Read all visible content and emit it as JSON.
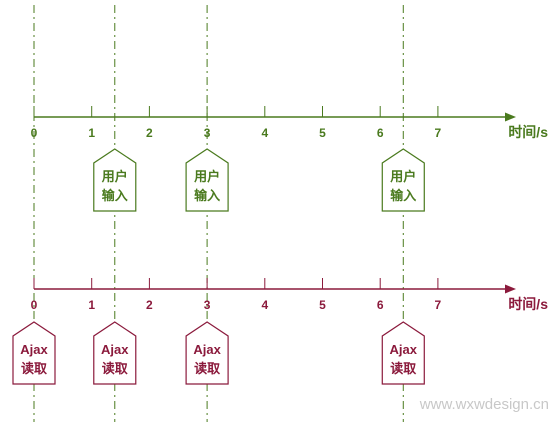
{
  "colors": {
    "top_axis": "#4a7a1e",
    "bottom_axis": "#8b1a3c",
    "top_event": "#4a7a1e",
    "bottom_event": "#8b1a3c",
    "guide": "#4a7a1e",
    "watermark": "#c8c8c8"
  },
  "timeline_top": {
    "ticks": [
      "0",
      "1",
      "2",
      "3",
      "4",
      "5",
      "6",
      "7"
    ],
    "unit": "时间/s",
    "events": [
      {
        "t": 1.4,
        "line1": "用户",
        "line2": "输入"
      },
      {
        "t": 3.0,
        "line1": "用户",
        "line2": "输入"
      },
      {
        "t": 6.4,
        "line1": "用户",
        "line2": "输入"
      }
    ]
  },
  "timeline_bottom": {
    "ticks": [
      "0",
      "1",
      "2",
      "3",
      "4",
      "5",
      "6",
      "7"
    ],
    "unit": "时间/s",
    "events": [
      {
        "t": 0.0,
        "line1": "Ajax",
        "line2": "读取"
      },
      {
        "t": 1.4,
        "line1": "Ajax",
        "line2": "读取"
      },
      {
        "t": 3.0,
        "line1": "Ajax",
        "line2": "读取"
      },
      {
        "t": 6.4,
        "line1": "Ajax",
        "line2": "读取"
      }
    ]
  },
  "guides": [
    0.0,
    1.4,
    3.0,
    6.4
  ],
  "watermark": "www.wxwdesign.cn"
}
